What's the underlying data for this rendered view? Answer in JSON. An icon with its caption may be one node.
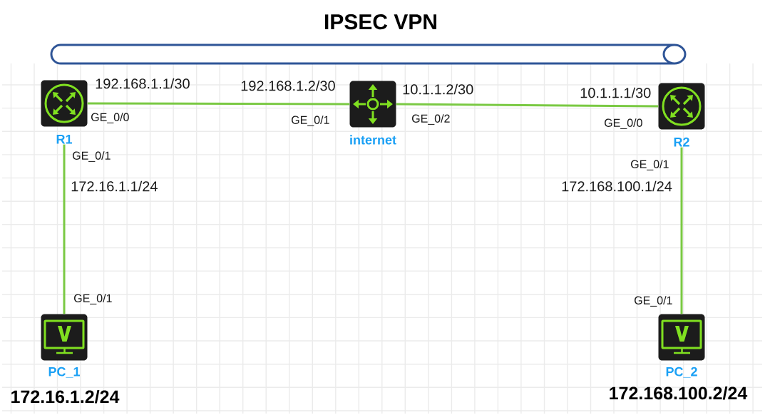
{
  "diagram": {
    "title": "IPSEC VPN",
    "nodes": [
      {
        "text": [
          "R1"
        ]
      },
      {
        "text": [
          "internet"
        ]
      },
      {
        "text": [
          "R2"
        ]
      },
      {
        "text": [
          "PC_1"
        ],
        "beside": [
          "172.16.1.2/24"
        ]
      },
      {
        "text": [
          "PC_2"
        ],
        "beside": [
          "172.168.100.2/24"
        ]
      }
    ],
    "edges": [
      {
        "from": 0,
        "to": 1,
        "arrow": "none"
      },
      {
        "from": 1,
        "to": 2,
        "arrow": "none"
      },
      {
        "from": 0,
        "to": 3,
        "arrow": "none"
      },
      {
        "from": 2,
        "to": 4,
        "arrow": "none"
      }
    ],
    "labels": [
      "192.168.1.1/30",
      "192.168.1.2/30",
      "10.1.1.2/30",
      "10.1.1.1/30",
      "GE_0/0",
      "GE_0/1",
      "GE_0/2",
      "GE_0/0",
      "GE_0/1",
      "GE_0/1",
      "172.16.1.1/24",
      "172.168.100.1/24",
      "GE_0/1",
      "GE_0/1"
    ]
  }
}
